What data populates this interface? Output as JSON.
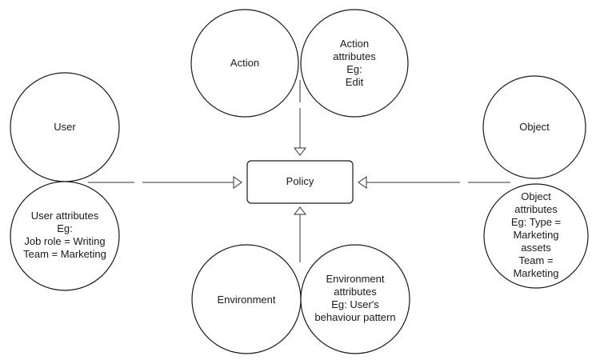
{
  "diagram": {
    "policy": {
      "label": "Policy"
    },
    "action": {
      "label": "Action"
    },
    "action_attributes": {
      "label": "Action\nattributes\nEg:\nEdit"
    },
    "user": {
      "label": "User"
    },
    "user_attributes": {
      "label": "User attributes\nEg:\nJob role =  Writing\nTeam = Marketing"
    },
    "object": {
      "label": "Object"
    },
    "object_attributes": {
      "label": "Object attributes\nEg: Type = Marketing\nassets\nTeam = Marketing"
    },
    "environment": {
      "label": "Environment"
    },
    "environment_attributes": {
      "label": "Environment\nattributes\nEg: User's\nbehaviour pattern"
    }
  }
}
